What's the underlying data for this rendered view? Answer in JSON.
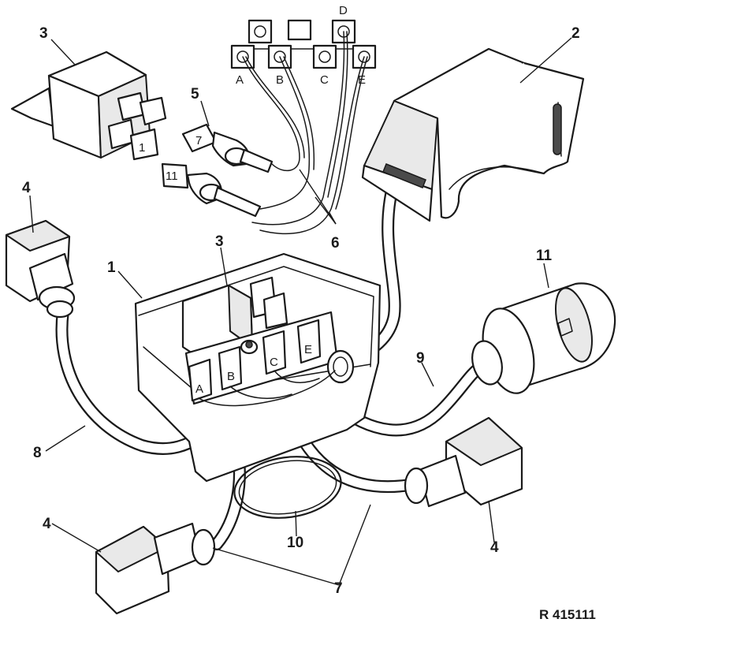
{
  "callouts": {
    "c1": "1",
    "c2": "2",
    "c3_relay": "3",
    "c3_box": "3",
    "c4_left": "4",
    "c4_bottom_left": "4",
    "c4_right": "4",
    "c5": "5",
    "c6": "6",
    "c7": "7",
    "c8": "8",
    "c9": "9",
    "c10": "10",
    "c11": "11"
  },
  "pins": {
    "a": "A",
    "b": "B",
    "c": "C",
    "d": "D",
    "e": "E"
  },
  "relay_pins": {
    "p1": "1",
    "p7": "7",
    "p11": "11"
  },
  "reference": "R 415111"
}
